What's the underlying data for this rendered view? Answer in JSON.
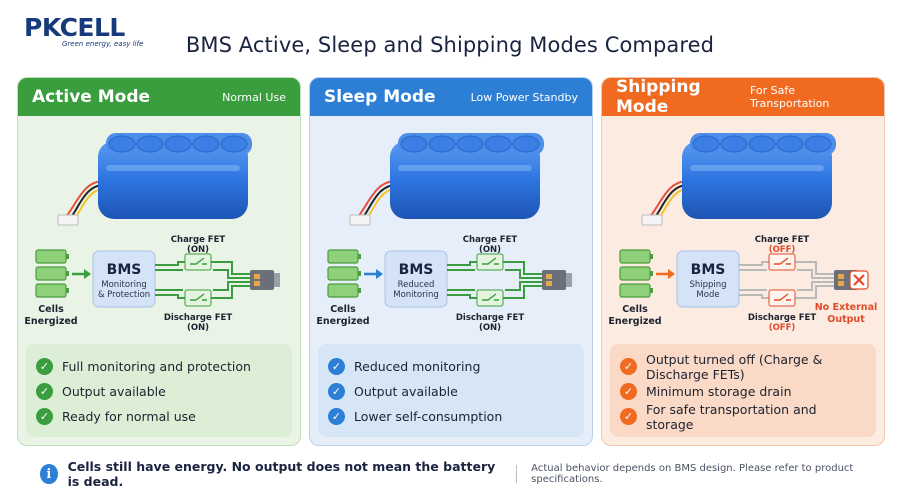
{
  "brand": {
    "name_a": "PK",
    "name_b": "CELL",
    "tagline": "Green energy, easy life"
  },
  "title": "BMS Active, Sleep and Shipping Modes Compared",
  "panels": [
    {
      "mode": "Active Mode",
      "subtitle": "Normal Use",
      "bms_label": "BMS",
      "bms_desc_1": "Monitoring",
      "bms_desc_2": "& Protection",
      "cells_label_1": "Cells",
      "cells_label_2": "Energized",
      "charge_fet_1": "Charge FET",
      "charge_fet_2": "(ON)",
      "discharge_fet_1": "Discharge FET",
      "discharge_fet_2": "(ON)",
      "features": [
        "Full monitoring and protection",
        "Output available",
        "Ready for normal use"
      ]
    },
    {
      "mode": "Sleep Mode",
      "subtitle": "Low Power Standby",
      "bms_label": "BMS",
      "bms_desc_1": "Reduced",
      "bms_desc_2": "Monitoring",
      "cells_label_1": "Cells",
      "cells_label_2": "Energized",
      "charge_fet_1": "Charge FET",
      "charge_fet_2": "(ON)",
      "discharge_fet_1": "Discharge FET",
      "discharge_fet_2": "(ON)",
      "features": [
        "Reduced monitoring",
        "Output available",
        "Lower self-consumption"
      ]
    },
    {
      "mode": "Shipping Mode",
      "subtitle": "For Safe Transportation",
      "bms_label": "BMS",
      "bms_desc_1": "Shipping",
      "bms_desc_2": "Mode",
      "cells_label_1": "Cells",
      "cells_label_2": "Energized",
      "charge_fet_1": "Charge FET",
      "charge_fet_2": "(OFF)",
      "discharge_fet_1": "Discharge FET",
      "discharge_fet_2": "(OFF)",
      "no_output_1": "No External",
      "no_output_2": "Output",
      "features": [
        "Output turned off (Charge & Discharge FETs)",
        "Minimum storage drain",
        "For safe transportation and storage"
      ]
    }
  ],
  "footer": {
    "main": "Cells still have energy. No output does not mean the battery is dead.",
    "note": "Actual behavior depends on BMS design. Please refer to product specifications."
  },
  "colors": {
    "active": "#3a9e3f",
    "sleep": "#2c7fd4",
    "shipping": "#f06a1f",
    "fet_off": "#e34b2a",
    "battery": "#2d74e0"
  },
  "icons": [
    "battery-pack-icon",
    "cell-icon",
    "switch-icon",
    "connector-icon",
    "cross-icon",
    "check-icon",
    "info-icon"
  ]
}
